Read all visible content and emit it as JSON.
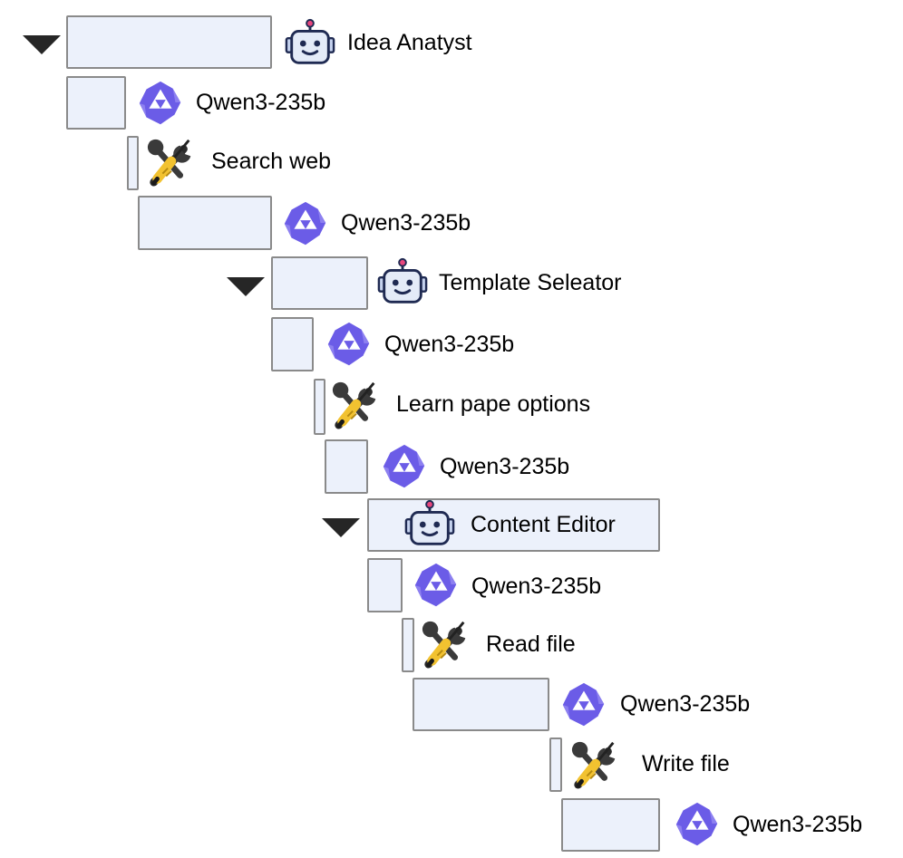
{
  "trace": {
    "items": [
      {
        "kind": "agent",
        "label": "Idea Anatyst",
        "expandable": true
      },
      {
        "kind": "llm",
        "label": "Qwen3-235b"
      },
      {
        "kind": "tool",
        "label": "Search web"
      },
      {
        "kind": "llm",
        "label": "Qwen3-235b"
      },
      {
        "kind": "agent",
        "label": "Template Seleator",
        "expandable": true
      },
      {
        "kind": "llm",
        "label": "Qwen3-235b"
      },
      {
        "kind": "tool",
        "label": "Learn pape options"
      },
      {
        "kind": "llm",
        "label": "Qwen3-235b"
      },
      {
        "kind": "agent",
        "label": "Content Editor",
        "expandable": true
      },
      {
        "kind": "llm",
        "label": "Qwen3-235b"
      },
      {
        "kind": "tool",
        "label": "Read file"
      },
      {
        "kind": "llm",
        "label": "Qwen3-235b"
      },
      {
        "kind": "tool",
        "label": "Write file"
      },
      {
        "kind": "llm",
        "label": "Qwen3-235b"
      }
    ]
  },
  "icons": {
    "agent": "robot-icon",
    "llm": "qwen-logo-icon",
    "tool": "wrench-screwdriver-icon",
    "expand": "triangle-down-icon"
  },
  "colors": {
    "bar_fill": "#ecf1fb",
    "bar_border": "#8a8a8a",
    "robot": "#1f2a52",
    "qwen": "#6b5ce7"
  }
}
